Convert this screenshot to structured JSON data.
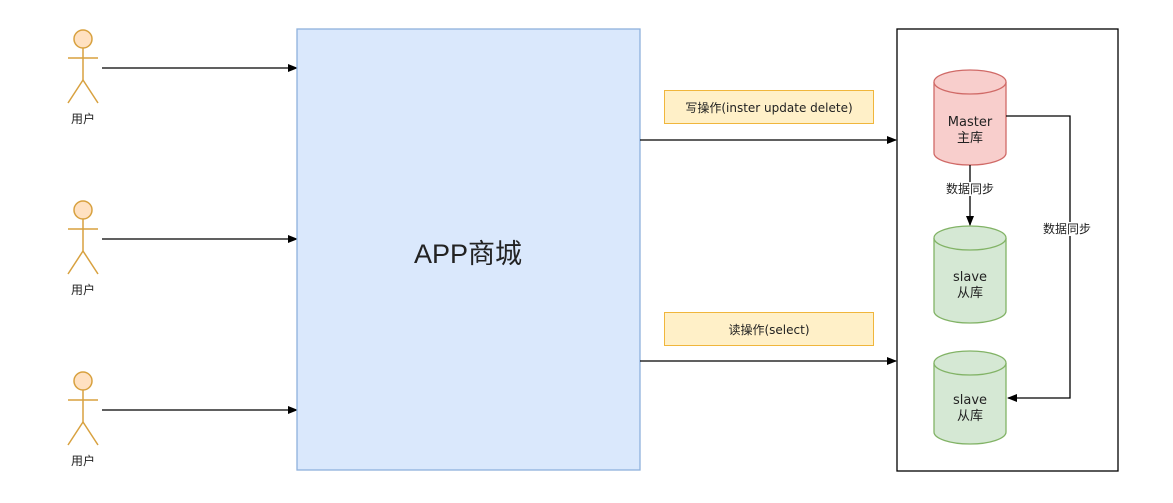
{
  "users": [
    {
      "label": "用户"
    },
    {
      "label": "用户"
    },
    {
      "label": "用户"
    }
  ],
  "app": {
    "title": "APP商城"
  },
  "operations": {
    "write": "写操作(inster update delete)",
    "read": "读操作(select)"
  },
  "databases": {
    "master": {
      "line1": "Master",
      "line2": "主库"
    },
    "slave1": {
      "line1": "slave",
      "line2": "从库"
    },
    "slave2": {
      "line1": "slave",
      "line2": "从库"
    }
  },
  "sync_labels": {
    "master_to_slave1": "数据同步",
    "master_to_slave2": "数据同步"
  },
  "colors": {
    "actor_fill": "#ffe1c1",
    "actor_stroke": "#d8a13f",
    "app_fill": "#dae8fc",
    "app_stroke": "#8eb1dc",
    "tag_fill": "#fff0c8",
    "tag_stroke": "#f0b63c",
    "master_fill": "#f8cecc",
    "master_stroke": "#d06a67",
    "slave_fill": "#d5e8d4",
    "slave_stroke": "#82b366"
  }
}
